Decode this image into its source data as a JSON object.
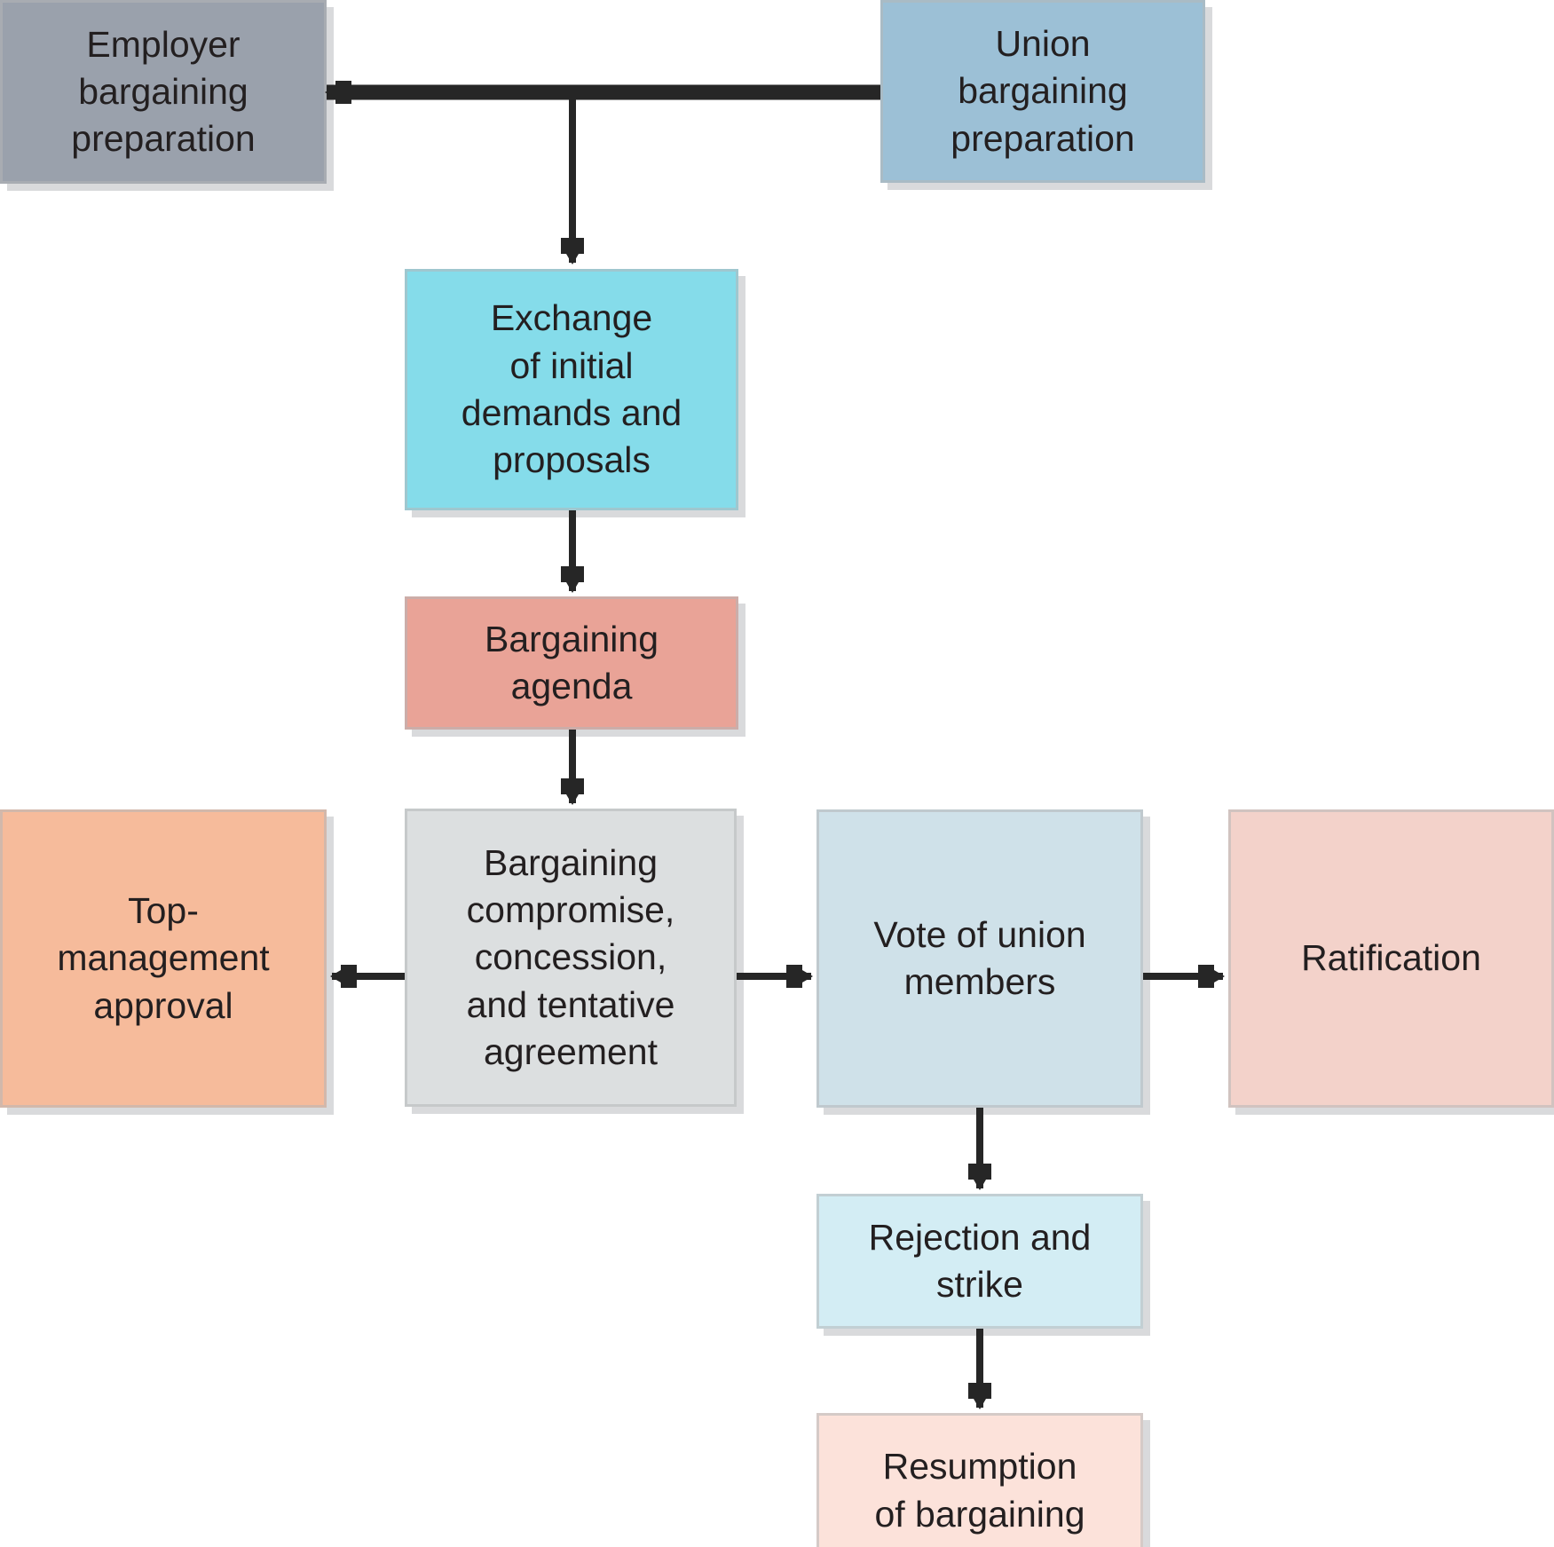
{
  "diagram": {
    "description": "Flowchart of the process of negotiating labor agreements between union and management",
    "line_color": "#262626",
    "text_color": "#231f20",
    "background_color": "#ffffff"
  },
  "nodes": {
    "employer": {
      "label": "Employer\nbargaining\npreparation",
      "color": "#9aa1ac"
    },
    "union": {
      "label": "Union\nbargaining\npreparation",
      "color": "#9cc0d6"
    },
    "exchange": {
      "label": "Exchange\nof initial\ndemands and\nproposals",
      "color": "#85dcea"
    },
    "agenda": {
      "label": "Bargaining\nagenda",
      "color": "#e9a397"
    },
    "top_management": {
      "label": "Top-\nmanagement\napproval",
      "color": "#f6bb9b"
    },
    "compromise": {
      "label": "Bargaining\ncompromise,\nconcession,\nand tentative\nagreement",
      "color": "#dcdfe0"
    },
    "vote": {
      "label": "Vote of union\nmembers",
      "color": "#cfe1e9"
    },
    "ratification": {
      "label": "Ratification",
      "color": "#f3d2ca"
    },
    "rejection": {
      "label": "Rejection and\nstrike",
      "color": "#d3edf4"
    },
    "resumption": {
      "label": "Resumption\nof bargaining",
      "color": "#fce2da"
    }
  },
  "edges": [
    {
      "from": "union_bargaining_preparation",
      "to": "employer_bargaining_preparation",
      "arrow": "into-employer"
    },
    {
      "from": "joint_preparation",
      "to": "exchange_of_initial_demands_and_proposals",
      "arrow": "down"
    },
    {
      "from": "exchange_of_initial_demands_and_proposals",
      "to": "bargaining_agenda",
      "arrow": "down"
    },
    {
      "from": "bargaining_agenda",
      "to": "bargaining_compromise_concession_tentative_agreement",
      "arrow": "down"
    },
    {
      "from": "bargaining_compromise_concession_tentative_agreement",
      "to": "top_management_approval",
      "arrow": "left"
    },
    {
      "from": "bargaining_compromise_concession_tentative_agreement",
      "to": "vote_of_union_members",
      "arrow": "right"
    },
    {
      "from": "vote_of_union_members",
      "to": "ratification",
      "arrow": "right"
    },
    {
      "from": "vote_of_union_members",
      "to": "rejection_and_strike",
      "arrow": "down"
    },
    {
      "from": "rejection_and_strike",
      "to": "resumption_of_bargaining",
      "arrow": "down"
    }
  ]
}
